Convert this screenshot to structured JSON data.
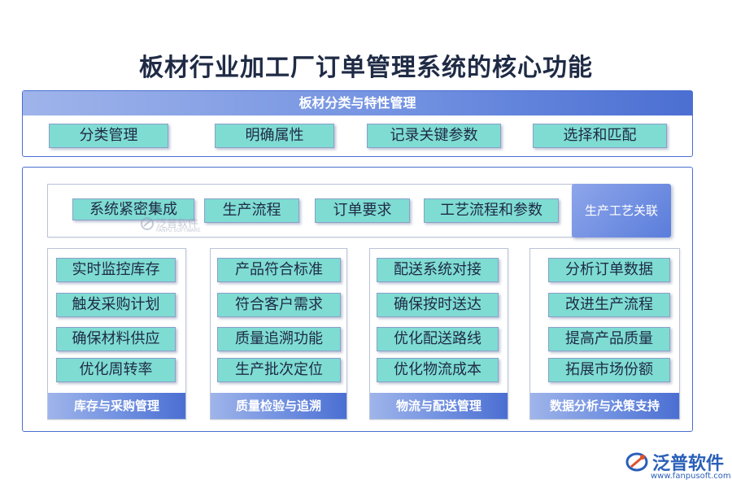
{
  "title": "板材行业加工厂订单管理系统的核心功能",
  "top_panel": {
    "header": "板材分类与特性管理",
    "items": [
      "分类管理",
      "明确属性",
      "记录关键参数",
      "选择和匹配"
    ]
  },
  "middle_row": {
    "items": [
      "系统紧密集成",
      "生产流程",
      "订单要求",
      "工艺流程和参数"
    ],
    "tag": "生产工艺关联"
  },
  "columns": [
    {
      "items": [
        "实时监控库存",
        "触发采购计划",
        "确保材料供应",
        "优化周转率"
      ],
      "footer": "库存与采购管理"
    },
    {
      "items": [
        "产品符合标准",
        "符合客户需求",
        "质量追溯功能",
        "生产批次定位"
      ],
      "footer": "质量检验与追溯"
    },
    {
      "items": [
        "配送系统对接",
        "确保按时送达",
        "优化配送路线",
        "优化物流成本"
      ],
      "footer": "物流与配送管理"
    },
    {
      "items": [
        "分析订单数据",
        "改进生产流程",
        "提高产品质量",
        "拓展市场份额"
      ],
      "footer": "数据分析与决策支持"
    }
  ],
  "watermark": {
    "cn": "泛普软件",
    "en": "FANPU SOFTWARE"
  },
  "logo": {
    "name": "泛普软件",
    "url": "www.fanpusoft.com"
  }
}
